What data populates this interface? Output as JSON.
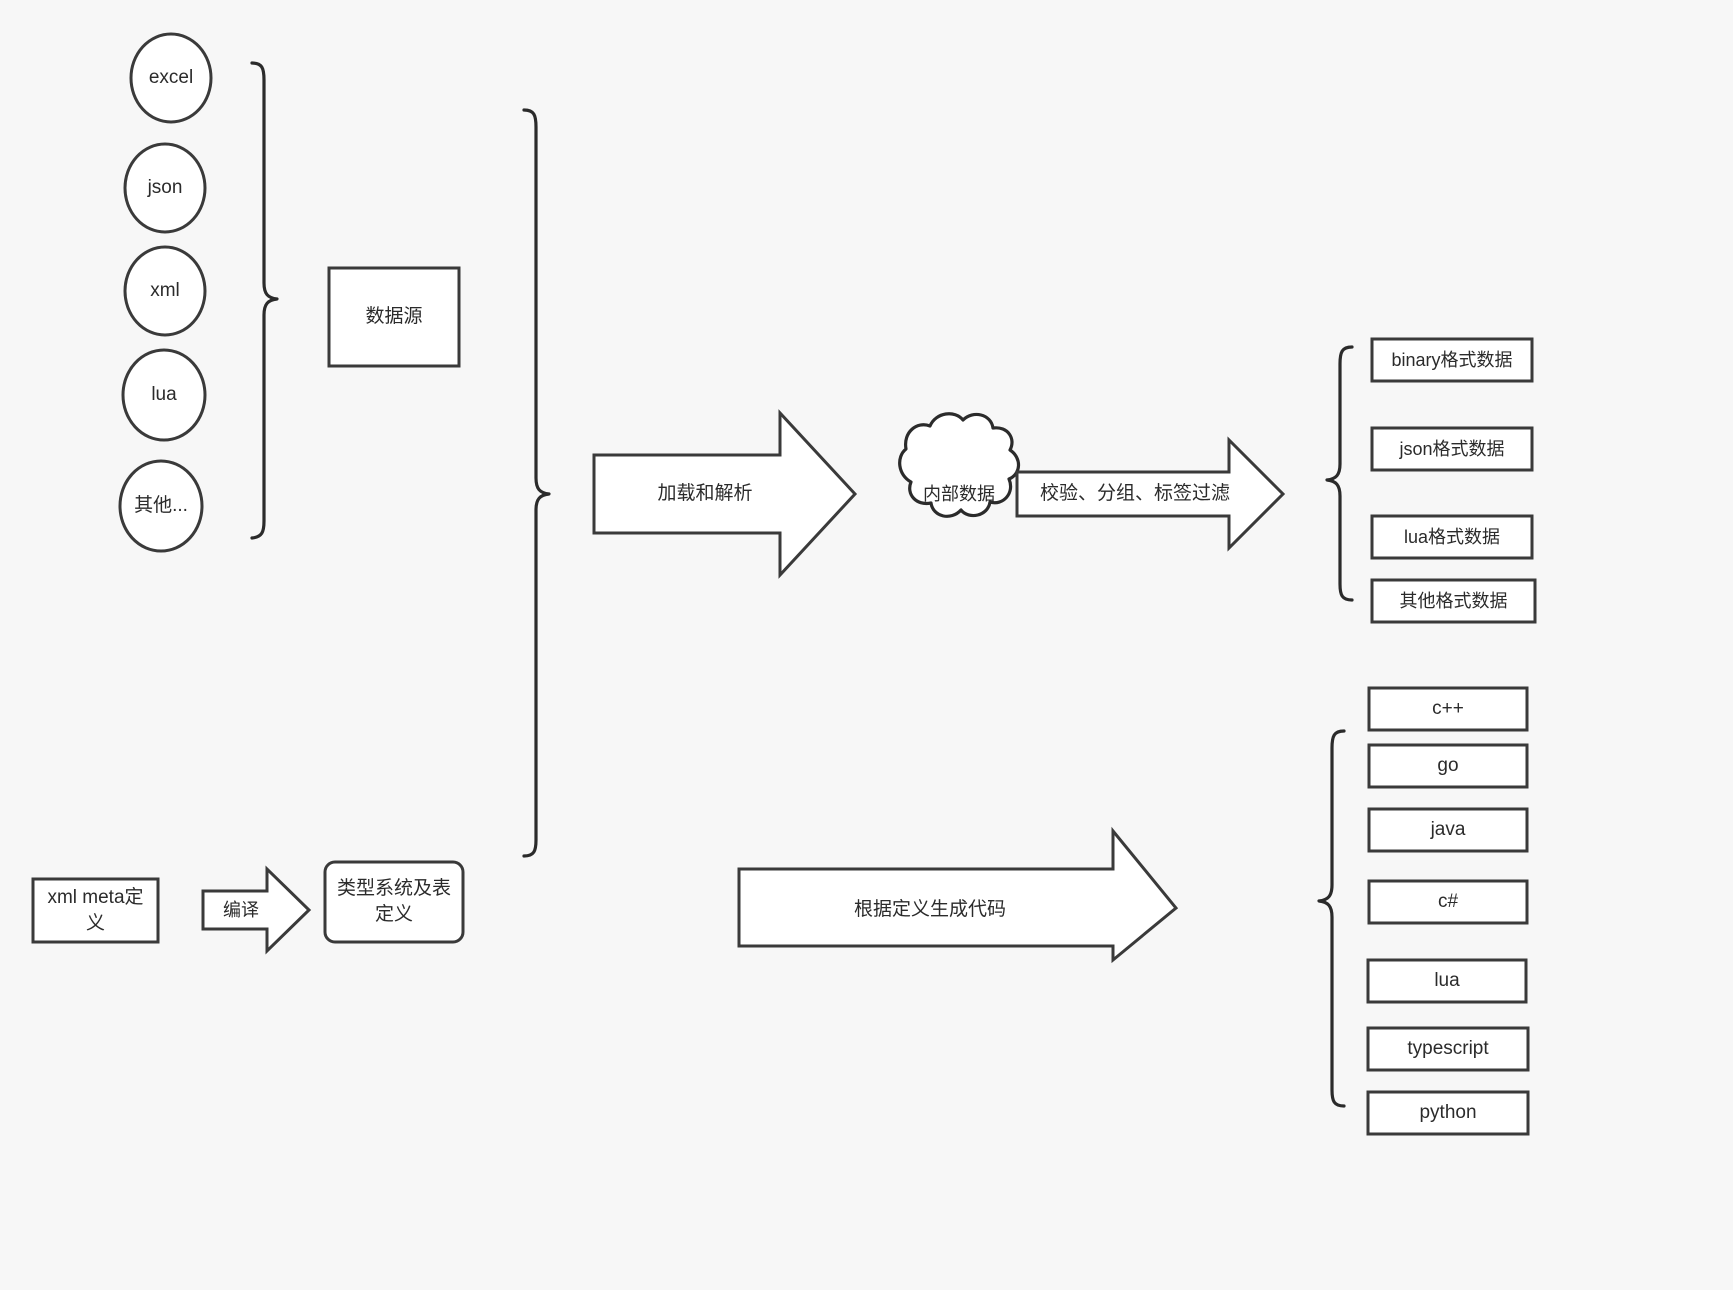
{
  "diagram": {
    "title": "data pipeline diagram",
    "background_color": "#f7f7f7",
    "stroke_color": "#3a3a3a",
    "fill_color": "#ffffff",
    "text_color": "#2b2b2b"
  },
  "sources": {
    "items": [
      {
        "label": "excel"
      },
      {
        "label": "json"
      },
      {
        "label": "xml"
      },
      {
        "label": "lua"
      },
      {
        "label": "其他..."
      }
    ],
    "group_label": "数据源"
  },
  "meta": {
    "definition_label": "xml meta定\n义",
    "compile_arrow_label": "编译",
    "type_system_label": "类型系统及表\n定义"
  },
  "pipeline": {
    "load_arrow_label": "加载和解析",
    "internal_data_label": "内部数据",
    "filter_arrow_label": "校验、分组、标签过滤",
    "codegen_arrow_label": "根据定义生成代码"
  },
  "outputs": {
    "data_formats": [
      {
        "label": "binary格式数据"
      },
      {
        "label": "json格式数据"
      },
      {
        "label": "lua格式数据"
      },
      {
        "label": "其他格式数据"
      }
    ],
    "languages": [
      {
        "label": "c++"
      },
      {
        "label": "go"
      },
      {
        "label": "java"
      },
      {
        "label": "c#"
      },
      {
        "label": "lua"
      },
      {
        "label": "typescript"
      },
      {
        "label": "python"
      }
    ]
  }
}
